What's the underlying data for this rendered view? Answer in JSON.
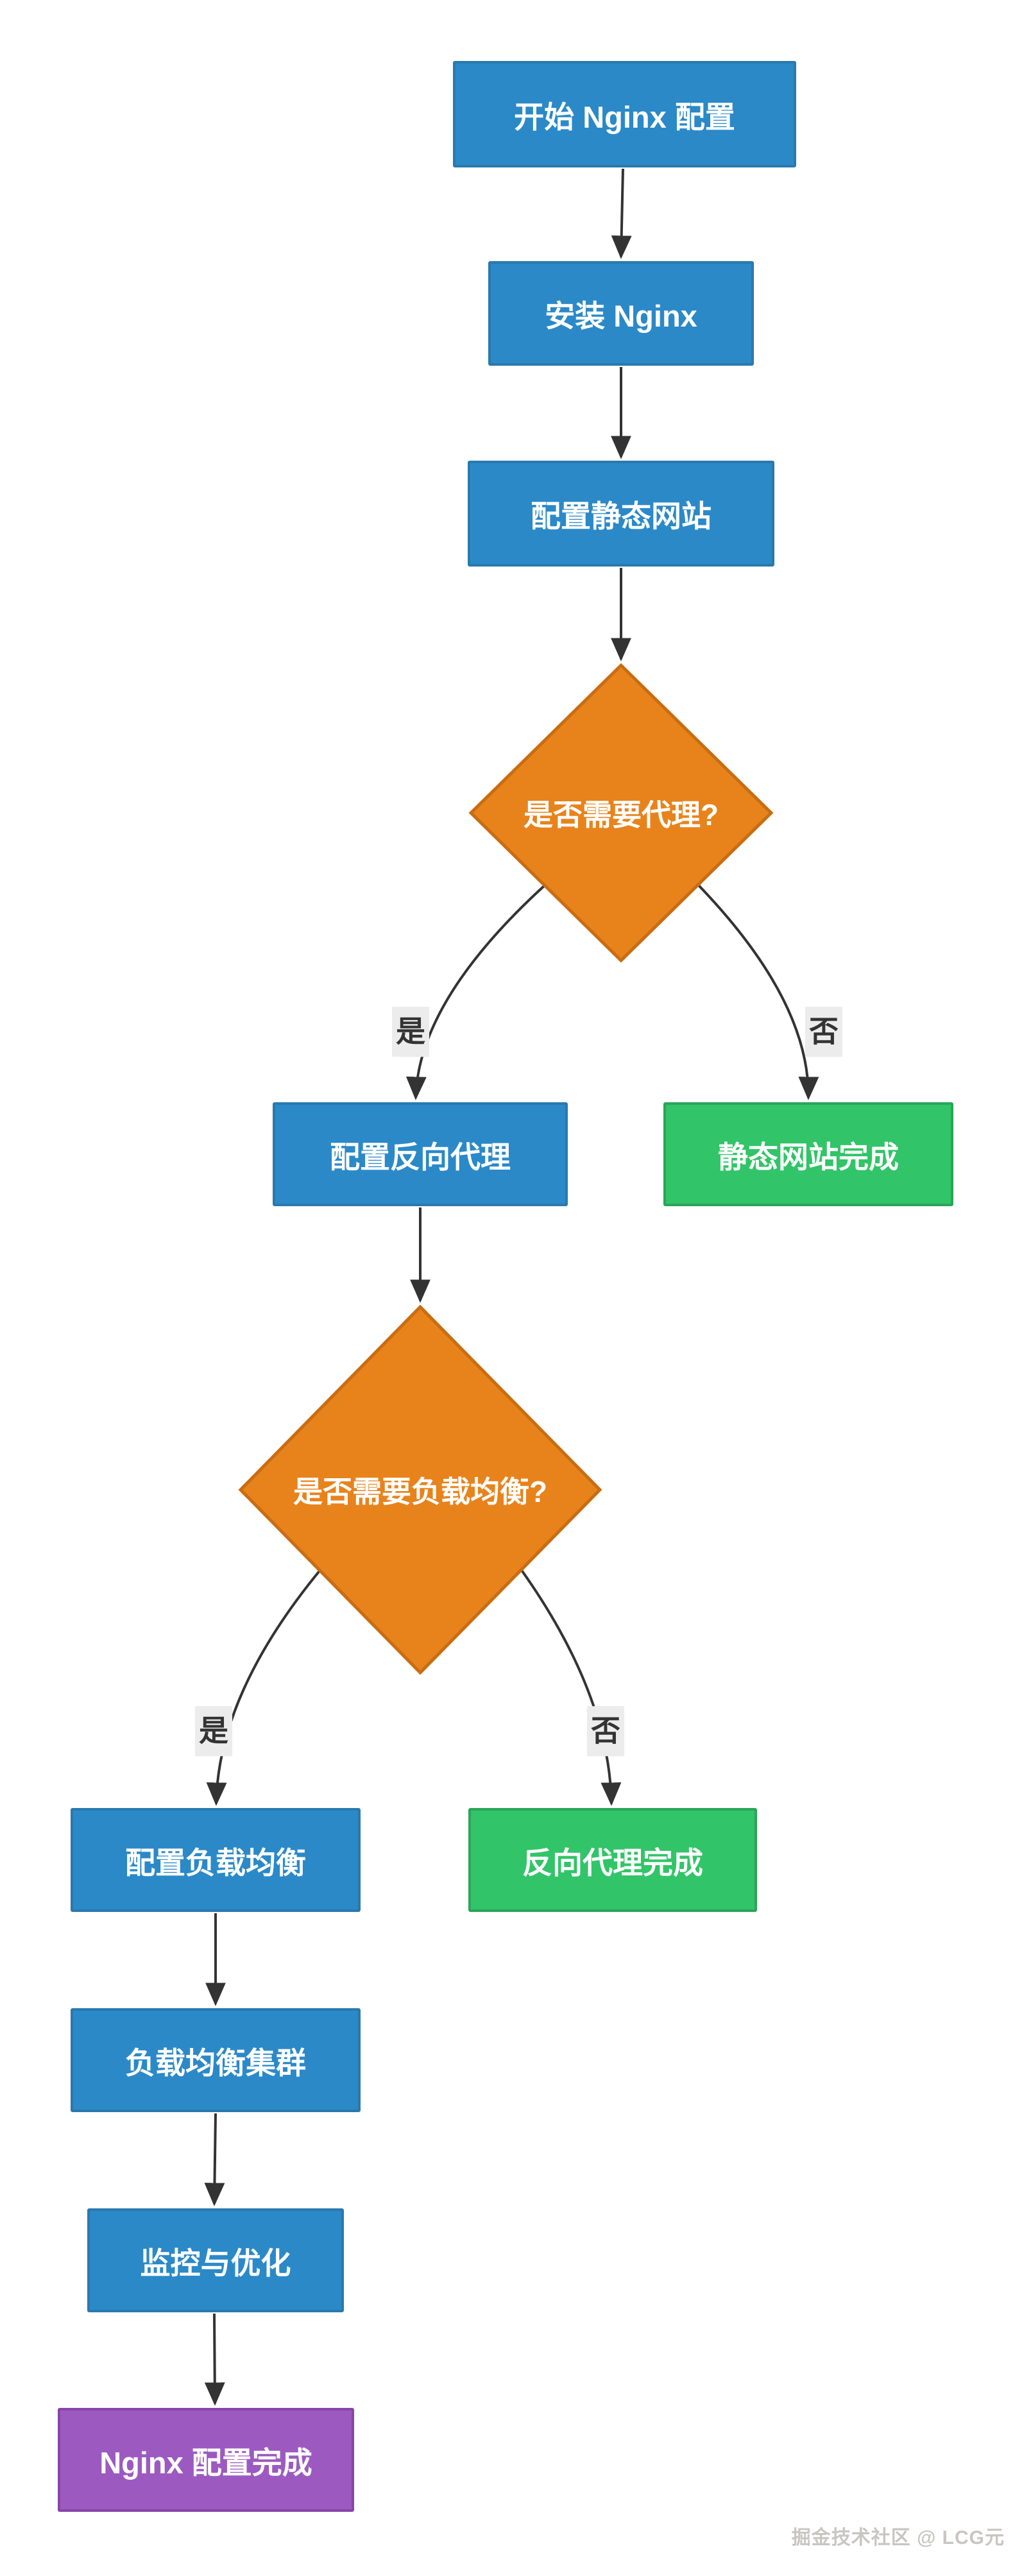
{
  "diagram": {
    "type": "flowchart",
    "direction": "top-down",
    "nodes": {
      "start": {
        "label": "开始 Nginx 配置",
        "shape": "rectangle",
        "role": "process"
      },
      "install": {
        "label": "安装 Nginx",
        "shape": "rectangle",
        "role": "process"
      },
      "static_site": {
        "label": "配置静态网站",
        "shape": "rectangle",
        "role": "process"
      },
      "need_proxy": {
        "label": "是否需要代理?",
        "shape": "diamond",
        "role": "decision"
      },
      "reverse_proxy": {
        "label": "配置反向代理",
        "shape": "rectangle",
        "role": "process"
      },
      "static_done": {
        "label": "静态网站完成",
        "shape": "rectangle",
        "role": "end-state"
      },
      "need_lb": {
        "label": "是否需要负载均衡?",
        "shape": "diamond",
        "role": "decision"
      },
      "config_lb": {
        "label": "配置负载均衡",
        "shape": "rectangle",
        "role": "process"
      },
      "proxy_done": {
        "label": "反向代理完成",
        "shape": "rectangle",
        "role": "end-state"
      },
      "lb_cluster": {
        "label": "负载均衡集群",
        "shape": "rectangle",
        "role": "process"
      },
      "monitor": {
        "label": "监控与优化",
        "shape": "rectangle",
        "role": "process"
      },
      "done": {
        "label": "Nginx 配置完成",
        "shape": "rectangle",
        "role": "final"
      }
    },
    "edges": [
      {
        "from": "start",
        "to": "install",
        "label": ""
      },
      {
        "from": "install",
        "to": "static_site",
        "label": ""
      },
      {
        "from": "static_site",
        "to": "need_proxy",
        "label": ""
      },
      {
        "from": "need_proxy",
        "to": "reverse_proxy",
        "label": "是"
      },
      {
        "from": "need_proxy",
        "to": "static_done",
        "label": "否"
      },
      {
        "from": "reverse_proxy",
        "to": "need_lb",
        "label": ""
      },
      {
        "from": "need_lb",
        "to": "config_lb",
        "label": "是"
      },
      {
        "from": "need_lb",
        "to": "proxy_done",
        "label": "否"
      },
      {
        "from": "config_lb",
        "to": "lb_cluster",
        "label": ""
      },
      {
        "from": "lb_cluster",
        "to": "monitor",
        "label": ""
      },
      {
        "from": "monitor",
        "to": "done",
        "label": ""
      }
    ],
    "colors": {
      "process_fill": "#2b89c8",
      "process_border": "#2a79ae",
      "decision_fill": "#e8831c",
      "decision_border": "#c86d12",
      "end_state_fill": "#32c468",
      "end_state_border": "#2aa558",
      "final_fill": "#9c5ac1",
      "final_border": "#8646a8",
      "edge_line": "#333333",
      "edge_label_bg": "#ececec",
      "edge_label_text": "#333333",
      "node_text": "#ffffff"
    }
  },
  "watermark": {
    "text": "掘金技术社区 @ LCG元",
    "color": "#c8c5c2"
  }
}
